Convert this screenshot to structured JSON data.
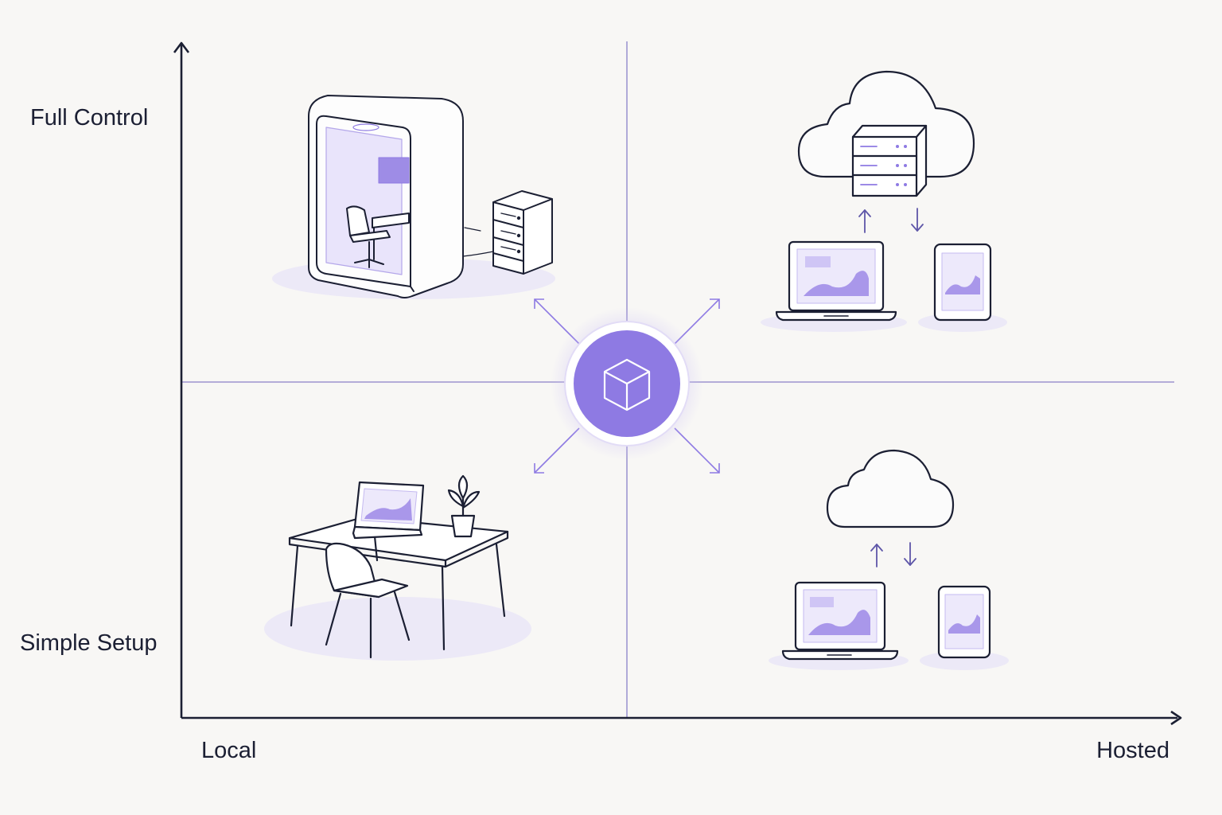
{
  "axes": {
    "y_top_label": "Full Control",
    "y_bottom_label": "Simple Setup",
    "x_left_label": "Local",
    "x_right_label": "Hosted"
  },
  "colors": {
    "background": "#f8f7f5",
    "ink": "#1b1f33",
    "accent": "#8e7ae3",
    "accent_light": "#ddd6f7",
    "shadow": "#ece9f7",
    "divider": "#8a80c8"
  },
  "icons": {
    "center": "cube-icon",
    "top_left": "office-booth-with-server-icon",
    "top_right": "cloud-server-with-devices-icon",
    "bottom_left": "desk-with-laptop-icon",
    "bottom_right": "cloud-with-devices-icon"
  }
}
